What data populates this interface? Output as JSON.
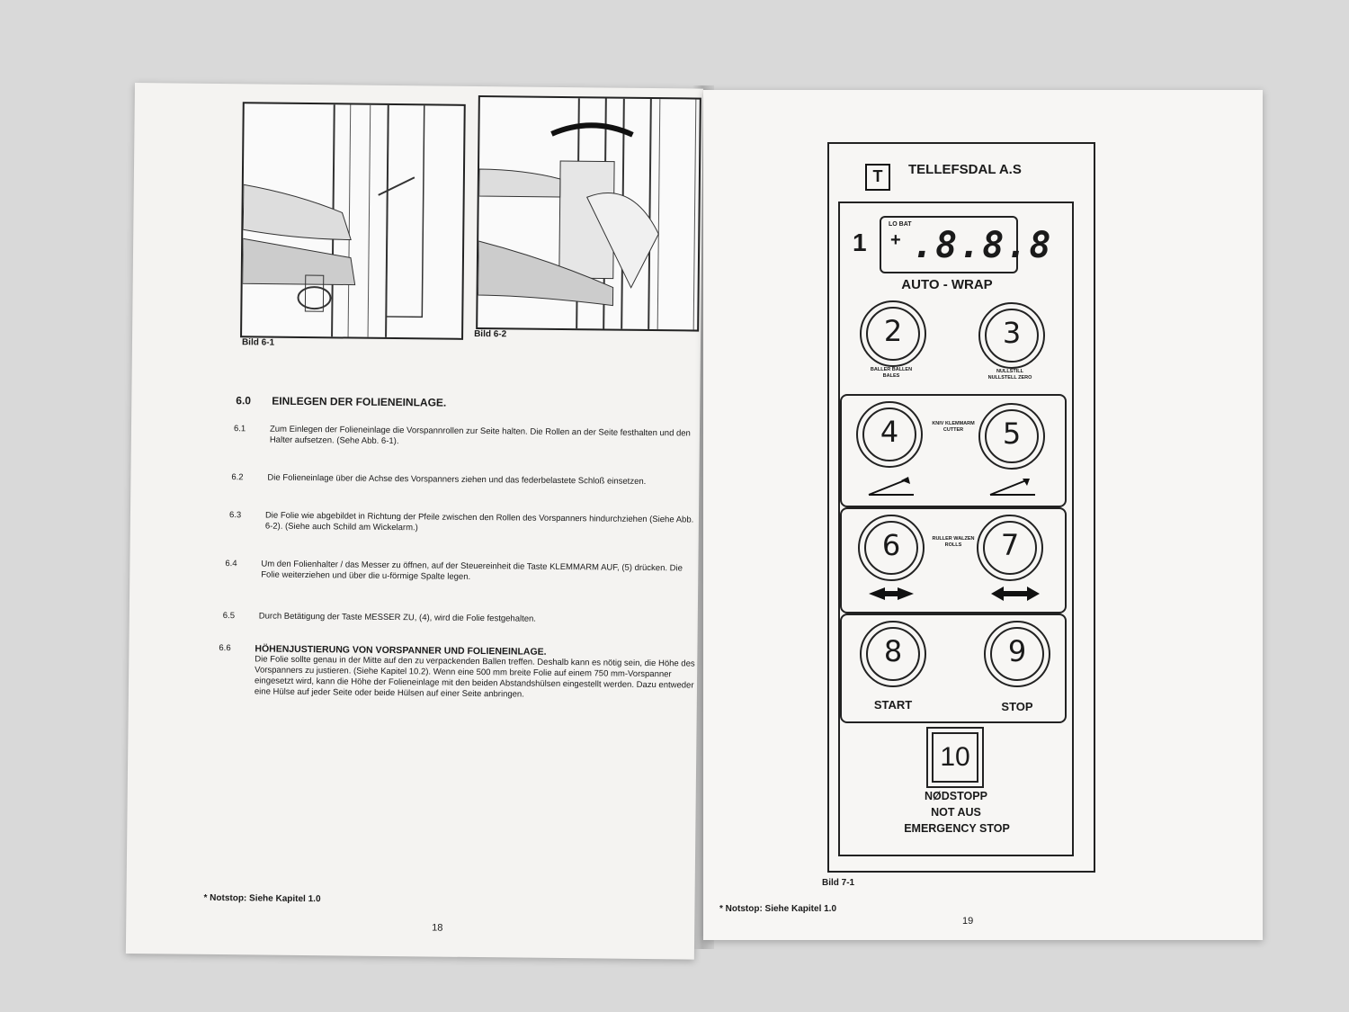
{
  "left_page": {
    "fig1_caption": "Bild 6-1",
    "fig2_caption": "Bild 6-2",
    "heading_num": "6.0",
    "heading_title": "EINLEGEN DER FOLIENEINLAGE.",
    "items": [
      {
        "num": "6.1",
        "text": "Zum Einlegen der Folieneinlage die Vorspannrollen zur Seite halten. Die Rollen an der Seite festhalten und den Halter aufsetzen. (Sehe Abb. 6-1)."
      },
      {
        "num": "6.2",
        "text": "Die Folieneinlage über die Achse des Vorspanners ziehen und das federbelastete Schloß einsetzen."
      },
      {
        "num": "6.3",
        "text": "Die Folie wie abgebildet in Richtung der Pfeile zwischen den Rollen des Vorspanners hindurchziehen (Siehe Abb. 6-2). (Siehe auch Schild am Wickelarm.)"
      },
      {
        "num": "6.4",
        "text": "Um den Folienhalter / das Messer zu öffnen, auf der Steuereinheit die Taste KLEMMARM AUF, (5) drücken. Die Folie weiterziehen und über die u-förmige Spalte legen."
      },
      {
        "num": "6.5",
        "text": "Durch Betätigung der Taste MESSER ZU, (4), wird die Folie festgehalten."
      },
      {
        "num": "6.6",
        "title": "HÖHENJUSTIERUNG VON VORSPANNER UND FOLIENEINLAGE.",
        "text": "Die Folie sollte genau in der Mitte auf den zu verpackenden Ballen treffen. Deshalb kann es nötig sein, die Höhe des Vorspanners zu justieren. (Siehe Kapitel 10.2). Wenn eine 500 mm breite Folie auf einem 750 mm-Vorspanner eingesetzt wird, kann die Höhe der Folieneinlage mit den beiden Abstandshülsen eingestellt werden. Dazu entweder eine Hülse auf jeder Seite oder beide Hülsen auf einer Seite anbringen."
      }
    ],
    "footnote": "* Notstop: Siehe Kapitel 1.0",
    "page_number": "18"
  },
  "right_page": {
    "brand": "TELLEFSDAL A.S",
    "logo_letter": "T",
    "display_index": "1",
    "display_bat": "LO BAT",
    "display_plus": "+",
    "display_value": ".8.8.8",
    "display_label": "AUTO - WRAP",
    "keys": {
      "k2": "2",
      "k3": "3",
      "k4": "4",
      "k5": "5",
      "k6": "6",
      "k7": "7",
      "k8": "8",
      "k9": "9",
      "k10": "10"
    },
    "labels": {
      "bales": "BALLER BALLEN BALES",
      "zero": "NULLSTILL NULLSTELL ZERO",
      "cutter": "KNIV KLEMMARM CUTTER",
      "rolls": "RULLER WALZEN ROLLS",
      "start": "START",
      "stop": "STOP",
      "emergency_1": "NØDSTOPP",
      "emergency_2": "NOT AUS",
      "emergency_3": "EMERGENCY STOP"
    },
    "fig_caption": "Bild 7-1",
    "footnote": "* Notstop: Siehe Kapitel 1.0",
    "page_number": "19"
  }
}
